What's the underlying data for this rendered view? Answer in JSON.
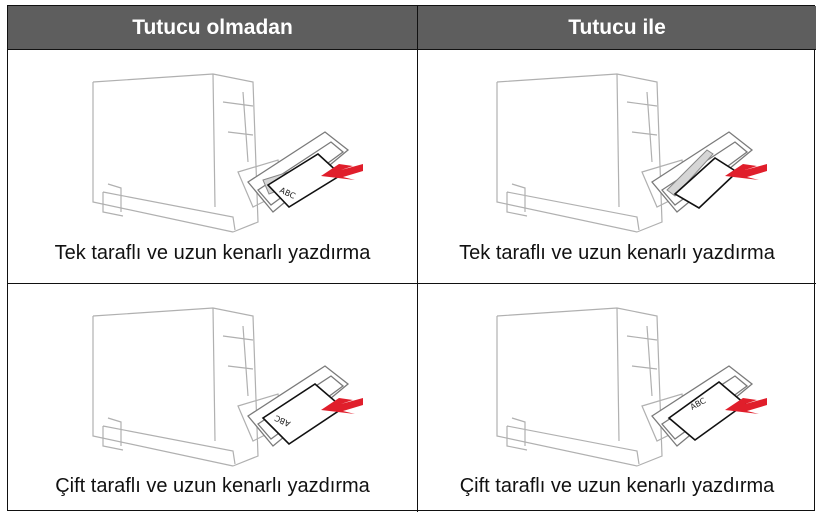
{
  "headers": {
    "left": "Tutucu olmadan",
    "right": "Tutucu ile"
  },
  "cells": [
    {
      "caption": "Tek taraflı ve uzun kenarlı yazdırma",
      "paper_label": "ABC"
    },
    {
      "caption": "Tek taraflı ve uzun kenarlı yazdırma",
      "paper_label": ""
    },
    {
      "caption": "Çift taraflı ve uzun kenarlı yazdırma",
      "paper_label": "ABC"
    },
    {
      "caption": "Çift taraflı ve uzun kenarlı yazdırma",
      "paper_label": "ABC"
    }
  ],
  "colors": {
    "header_bg": "#5e5e5e",
    "header_text": "#ffffff",
    "arrow": "#e01e2b"
  }
}
